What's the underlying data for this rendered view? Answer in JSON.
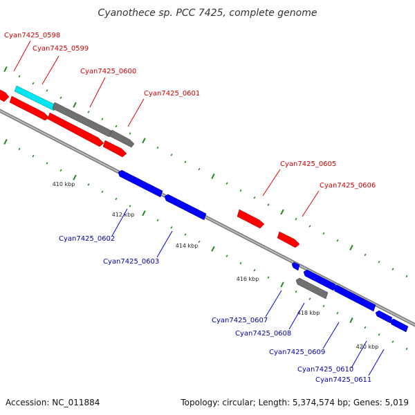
{
  "title": "Cyanothece sp. PCC 7425, complete genome",
  "accession": "Accession: NC_011884",
  "topology": "Topology: circular; Length: 5,374,574 bp; Genes: 5,019",
  "colors": {
    "forward": "#ff0000",
    "reverse": "#0000ff",
    "other": "#707070",
    "cyan": "#00ffff",
    "backbone": "#888888",
    "tick": "#1a8a1a",
    "forward_label": "#cc0000",
    "reverse_label": "#0000aa"
  },
  "scale_labels": [
    "410 kbp",
    "412 kbp",
    "414 kbp",
    "416 kbp",
    "418 kbp",
    "420 kbp"
  ],
  "genes": [
    {
      "name": "Cyan7425_0598",
      "strand": "forward",
      "color": "red"
    },
    {
      "name": "Cyan7425_0599",
      "strand": "forward",
      "color": "cyan"
    },
    {
      "name": "Cyan7425_0600",
      "strand": "forward",
      "color": "gray"
    },
    {
      "name": "Cyan7425_0601",
      "strand": "forward",
      "color": "gray"
    },
    {
      "name": "Cyan7425_0602",
      "strand": "reverse",
      "color": "blue"
    },
    {
      "name": "Cyan7425_0603",
      "strand": "reverse",
      "color": "blue"
    },
    {
      "name": "Cyan7425_0605",
      "strand": "forward",
      "color": "red"
    },
    {
      "name": "Cyan7425_0606",
      "strand": "forward",
      "color": "red"
    },
    {
      "name": "Cyan7425_0607",
      "strand": "reverse",
      "color": "blue"
    },
    {
      "name": "Cyan7425_0608",
      "strand": "reverse",
      "color": "gray"
    },
    {
      "name": "Cyan7425_0609",
      "strand": "reverse",
      "color": "blue"
    },
    {
      "name": "Cyan7425_0610",
      "strand": "reverse",
      "color": "blue"
    },
    {
      "name": "Cyan7425_0611",
      "strand": "reverse",
      "color": "blue"
    }
  ]
}
